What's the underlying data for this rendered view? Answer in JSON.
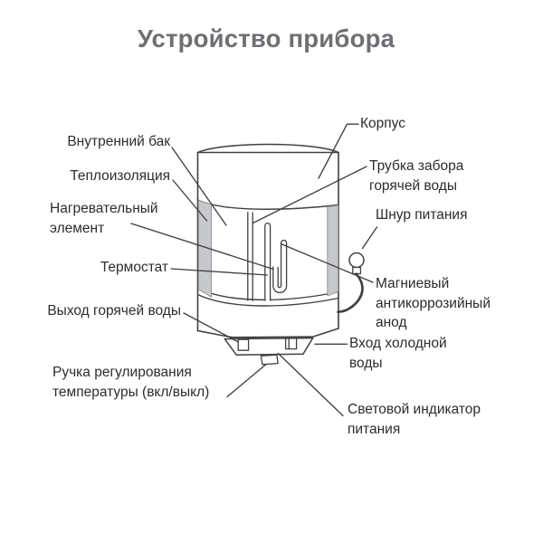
{
  "diagram": {
    "title": "Устройство прибора",
    "type": "water-heater-cutaway",
    "parts": {
      "inner_tank": "Внутренний бак",
      "insulation": "Теплоизоляция",
      "heating_element": "Нагревательный элемент",
      "thermostat": "Термостат",
      "hot_water_outlet": "Выход горячей воды",
      "temperature_knob": "Ручка регулирования температуры (вкл/выкл)",
      "housing": "Корпус",
      "hot_water_intake_tube": "Трубка забора горячей воды",
      "power_cord": "Шнур питания",
      "magnesium_anode": "Магниевый антикоррозийный анод",
      "cold_water_inlet": "Вход холодной воды",
      "power_indicator": "Световой индикатор питания"
    },
    "colors": {
      "background": "#ffffff",
      "title_text": "#6e6f73",
      "label_text": "#2c2c2e",
      "outline": "#3f4043",
      "insulation_fill": "#c7c8cb"
    }
  }
}
